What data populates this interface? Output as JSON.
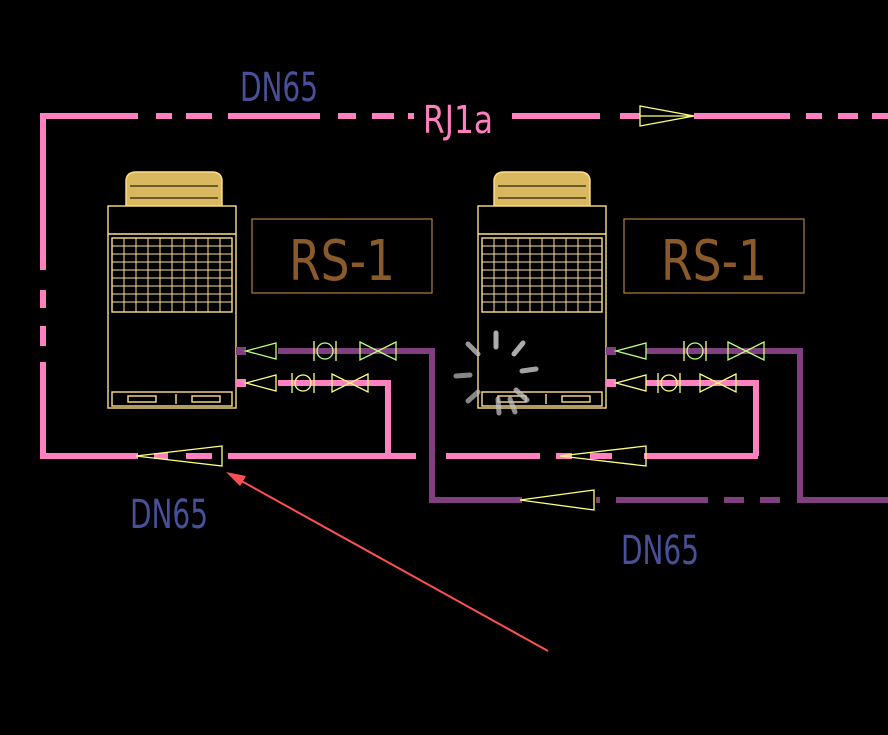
{
  "labels": {
    "dn_top": "DN65",
    "dn_left": "DN65",
    "dn_right": "DN65",
    "pipe_code": "RJ1a"
  },
  "units": [
    {
      "tag": "RS-1"
    },
    {
      "tag": "RS-1"
    }
  ],
  "colors": {
    "supply_pipe": "#ff80c0",
    "return_pipe": "#80407f",
    "unit_outline": "#ffe08a",
    "tag_frame": "#b08040",
    "fitting": "#ffff80",
    "text_blue": "#4a4f9a",
    "text_pink": "#ff80c0",
    "tag_text": "#8a5a2a",
    "annotation_arrow": "#ff4040",
    "spinner": "#bfbfbf"
  },
  "icons": {
    "loading": "spinner-icon",
    "pointer": "annotation-arrow-icon"
  }
}
